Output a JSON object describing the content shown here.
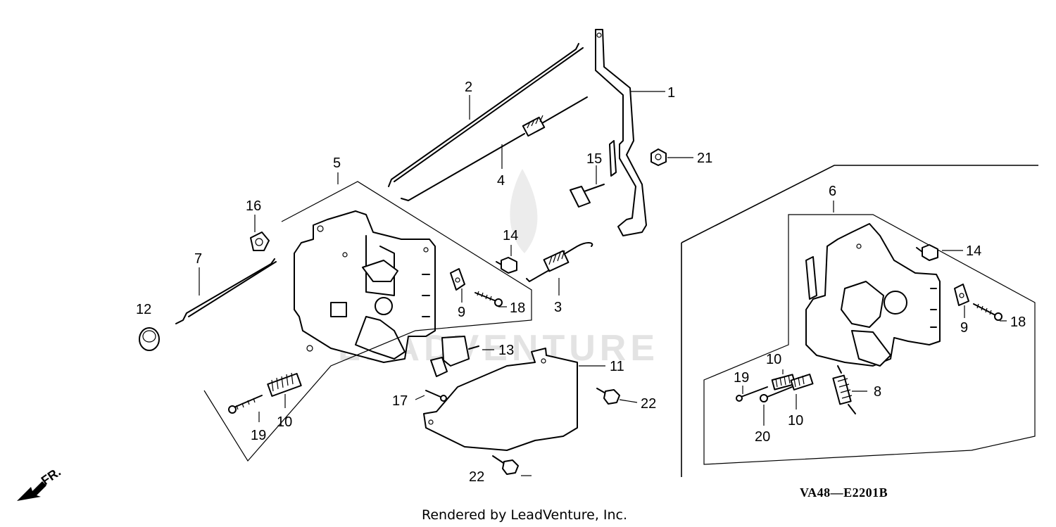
{
  "diagram": {
    "callouts": [
      {
        "id": "c1",
        "label": "1"
      },
      {
        "id": "c2",
        "label": "2"
      },
      {
        "id": "c3",
        "label": "3"
      },
      {
        "id": "c4",
        "label": "4"
      },
      {
        "id": "c5",
        "label": "5"
      },
      {
        "id": "c6",
        "label": "6"
      },
      {
        "id": "c7",
        "label": "7"
      },
      {
        "id": "c8",
        "label": "8"
      },
      {
        "id": "c9a",
        "label": "9"
      },
      {
        "id": "c9b",
        "label": "9"
      },
      {
        "id": "c10a",
        "label": "10"
      },
      {
        "id": "c10b",
        "label": "10"
      },
      {
        "id": "c10c",
        "label": "10"
      },
      {
        "id": "c11",
        "label": "11"
      },
      {
        "id": "c12",
        "label": "12"
      },
      {
        "id": "c13",
        "label": "13"
      },
      {
        "id": "c14a",
        "label": "14"
      },
      {
        "id": "c14b",
        "label": "14"
      },
      {
        "id": "c15",
        "label": "15"
      },
      {
        "id": "c16",
        "label": "16"
      },
      {
        "id": "c17",
        "label": "17"
      },
      {
        "id": "c18a",
        "label": "18"
      },
      {
        "id": "c18b",
        "label": "18"
      },
      {
        "id": "c19a",
        "label": "19"
      },
      {
        "id": "c19b",
        "label": "19"
      },
      {
        "id": "c20",
        "label": "20"
      },
      {
        "id": "c21",
        "label": "21"
      },
      {
        "id": "c22a",
        "label": "22"
      },
      {
        "id": "c22b",
        "label": "22"
      }
    ],
    "diagram_code": "VA48—E2201B",
    "front_indicator": "FR.",
    "watermark": "LEADVENTURE",
    "credit": "Rendered by LeadVenture, Inc."
  }
}
